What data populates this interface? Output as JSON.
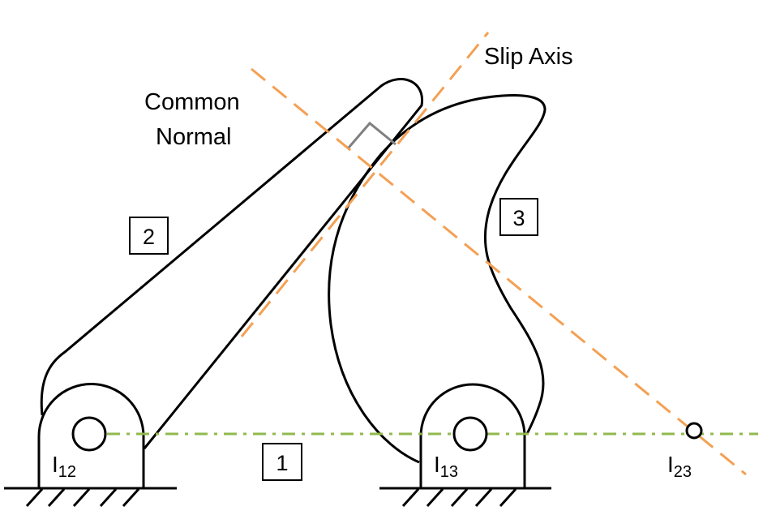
{
  "labels": {
    "slip_axis": "Slip Axis",
    "common_normal_line1": "Common",
    "common_normal_line2": "Normal",
    "link1": "1",
    "link2": "2",
    "link3": "3",
    "ic12_main": "I",
    "ic12_sub": "12",
    "ic13_main": "I",
    "ic13_sub": "13",
    "ic23_main": "I",
    "ic23_sub": "23"
  },
  "colors": {
    "lines": "#000000",
    "slip_axis": "#F4A053",
    "common_normal": "#F4A053",
    "line_of_centers": "#92B94C",
    "right_angle_mark": "#808080"
  }
}
